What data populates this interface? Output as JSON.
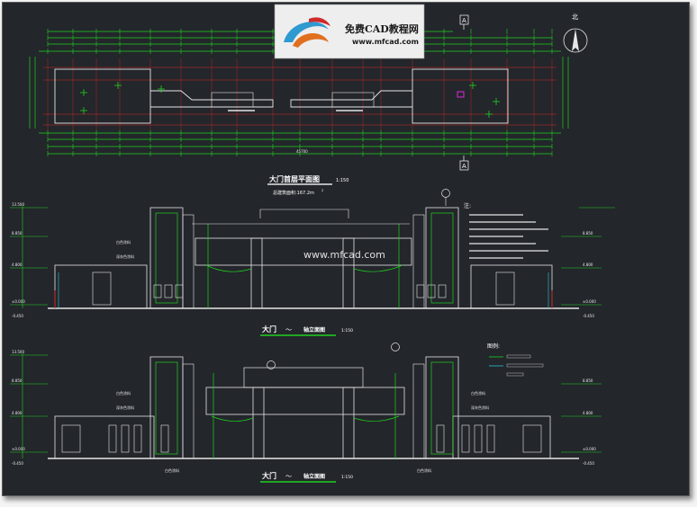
{
  "logo": {
    "text": "免费CAD教程网",
    "url": "www.mfcad.com"
  },
  "watermark": "www.mfcad.com",
  "plan": {
    "title": "大门首层平面图",
    "scale": "1:150",
    "area_note": "总建筑面积:167.2m",
    "area_sup": "2",
    "section_mark": "A",
    "north_label": "北",
    "overall_dim": "45700"
  },
  "elevation1": {
    "title": "大门",
    "axis_range": "～",
    "suffix": "轴立面图",
    "scale": "1:150",
    "notes_title": "注:",
    "levels": [
      "13.500",
      "8.850",
      "4.800",
      "±0.000",
      "-0.450"
    ],
    "labels": [
      "白色涂料",
      "深灰色涂料"
    ]
  },
  "elevation2": {
    "title": "大门",
    "axis_range": "～",
    "suffix": "轴立面图",
    "scale": "1:150",
    "legend_title": "图例:",
    "levels": [
      "13.500",
      "8.850",
      "4.800",
      "±0.000",
      "-0.450"
    ],
    "labels": [
      "白色涂料",
      "深灰色涂料",
      "白色涂料"
    ]
  },
  "colors": {
    "background": "#23262b",
    "green": "#1fd21f",
    "white": "#e6e6e6",
    "red": "#d42a2a",
    "cyan": "#27c9d6",
    "yellow": "#d8d820",
    "magenta": "#d82ad8"
  }
}
